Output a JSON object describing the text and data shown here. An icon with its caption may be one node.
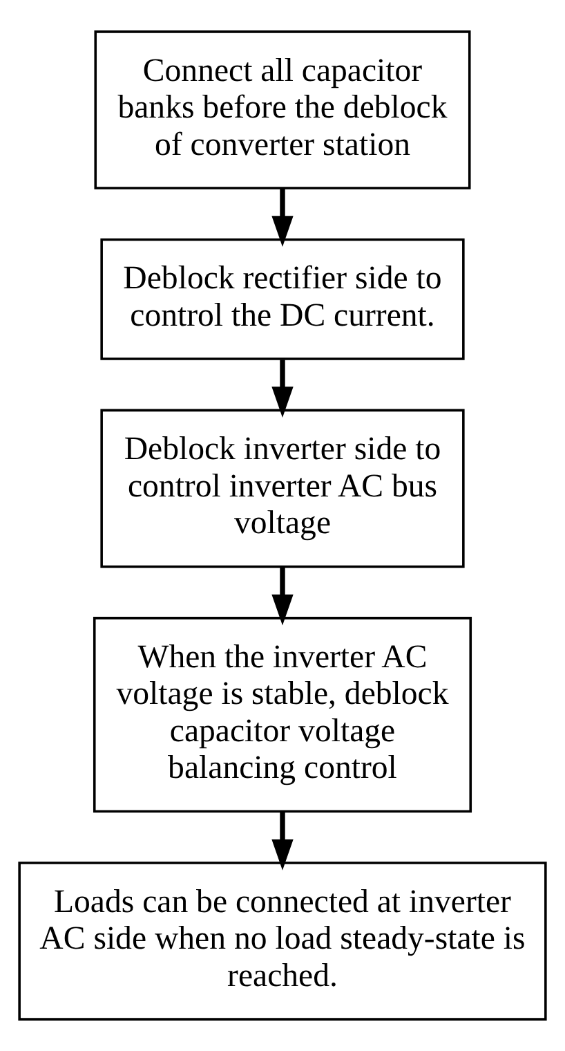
{
  "diagram": {
    "nodes": [
      {
        "text": [
          "Connect all capacitor banks before the deblock of converter station"
        ]
      },
      {
        "text": [
          "Deblock rectifier side to control the DC current."
        ]
      },
      {
        "text": [
          "Deblock inverter side to control inverter AC bus voltage"
        ]
      },
      {
        "text": [
          "When the inverter AC voltage is stable, deblock capacitor voltage balancing control"
        ]
      },
      {
        "text": [
          "Loads can be connected at inverter AC side when no load steady-state is reached."
        ]
      }
    ],
    "edges": [
      {
        "from": 0,
        "to": 1,
        "arrow": "to"
      },
      {
        "from": 1,
        "to": 2,
        "arrow": "to"
      },
      {
        "from": 2,
        "to": 3,
        "arrow": "to"
      },
      {
        "from": 3,
        "to": 4,
        "arrow": "to"
      }
    ]
  }
}
